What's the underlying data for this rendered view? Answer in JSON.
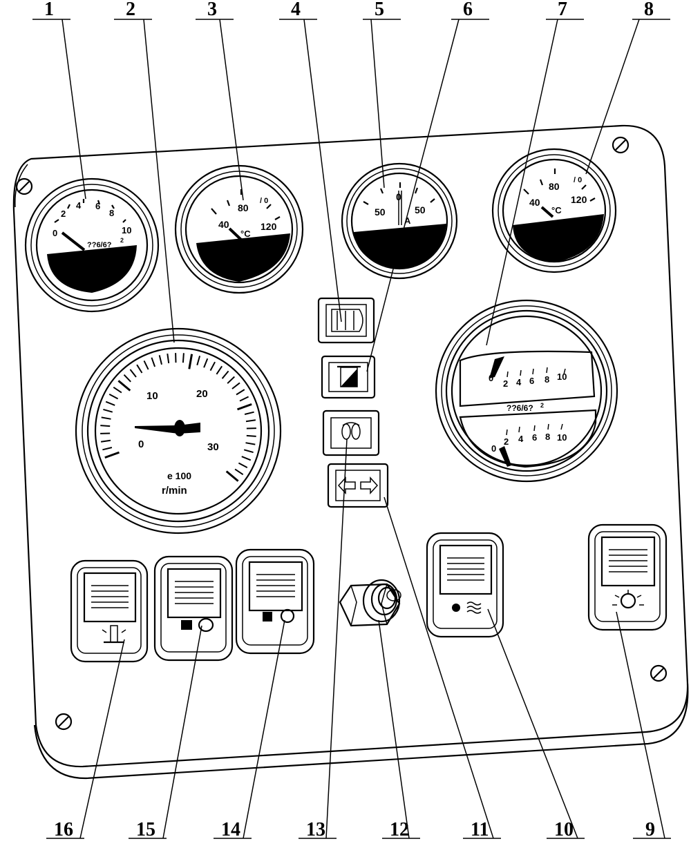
{
  "callouts": [
    "1",
    "2",
    "3",
    "4",
    "5",
    "6",
    "7",
    "8",
    "9",
    "10",
    "11",
    "12",
    "13",
    "14",
    "15",
    "16"
  ],
  "gauge_pressure": {
    "ticks": [
      "0",
      "2",
      "4",
      "6",
      "8",
      "10"
    ],
    "unit": "??6/6?",
    "unit_sup": "2"
  },
  "gauge_temp_left": {
    "ticks": [
      "40",
      "80",
      "120"
    ],
    "unit": "°C",
    "extra": "/ 0"
  },
  "gauge_ammeter": {
    "ticks": [
      "50",
      "0",
      "50"
    ],
    "unit": "A"
  },
  "gauge_temp_right": {
    "ticks": [
      "40",
      "80",
      "120"
    ],
    "unit": "°C",
    "extra": "/ 0"
  },
  "tachometer": {
    "ticks": [
      "0",
      "10",
      "20",
      "30"
    ],
    "multiplier": "e 100",
    "unit": "r/min"
  },
  "dual_gauge": {
    "upper_ticks": [
      "0",
      "2",
      "4",
      "6",
      "8",
      "10"
    ],
    "lower_ticks": [
      "0",
      "2",
      "4",
      "6",
      "8",
      "10"
    ],
    "unit": "??6/6?",
    "unit_sup": "2"
  }
}
